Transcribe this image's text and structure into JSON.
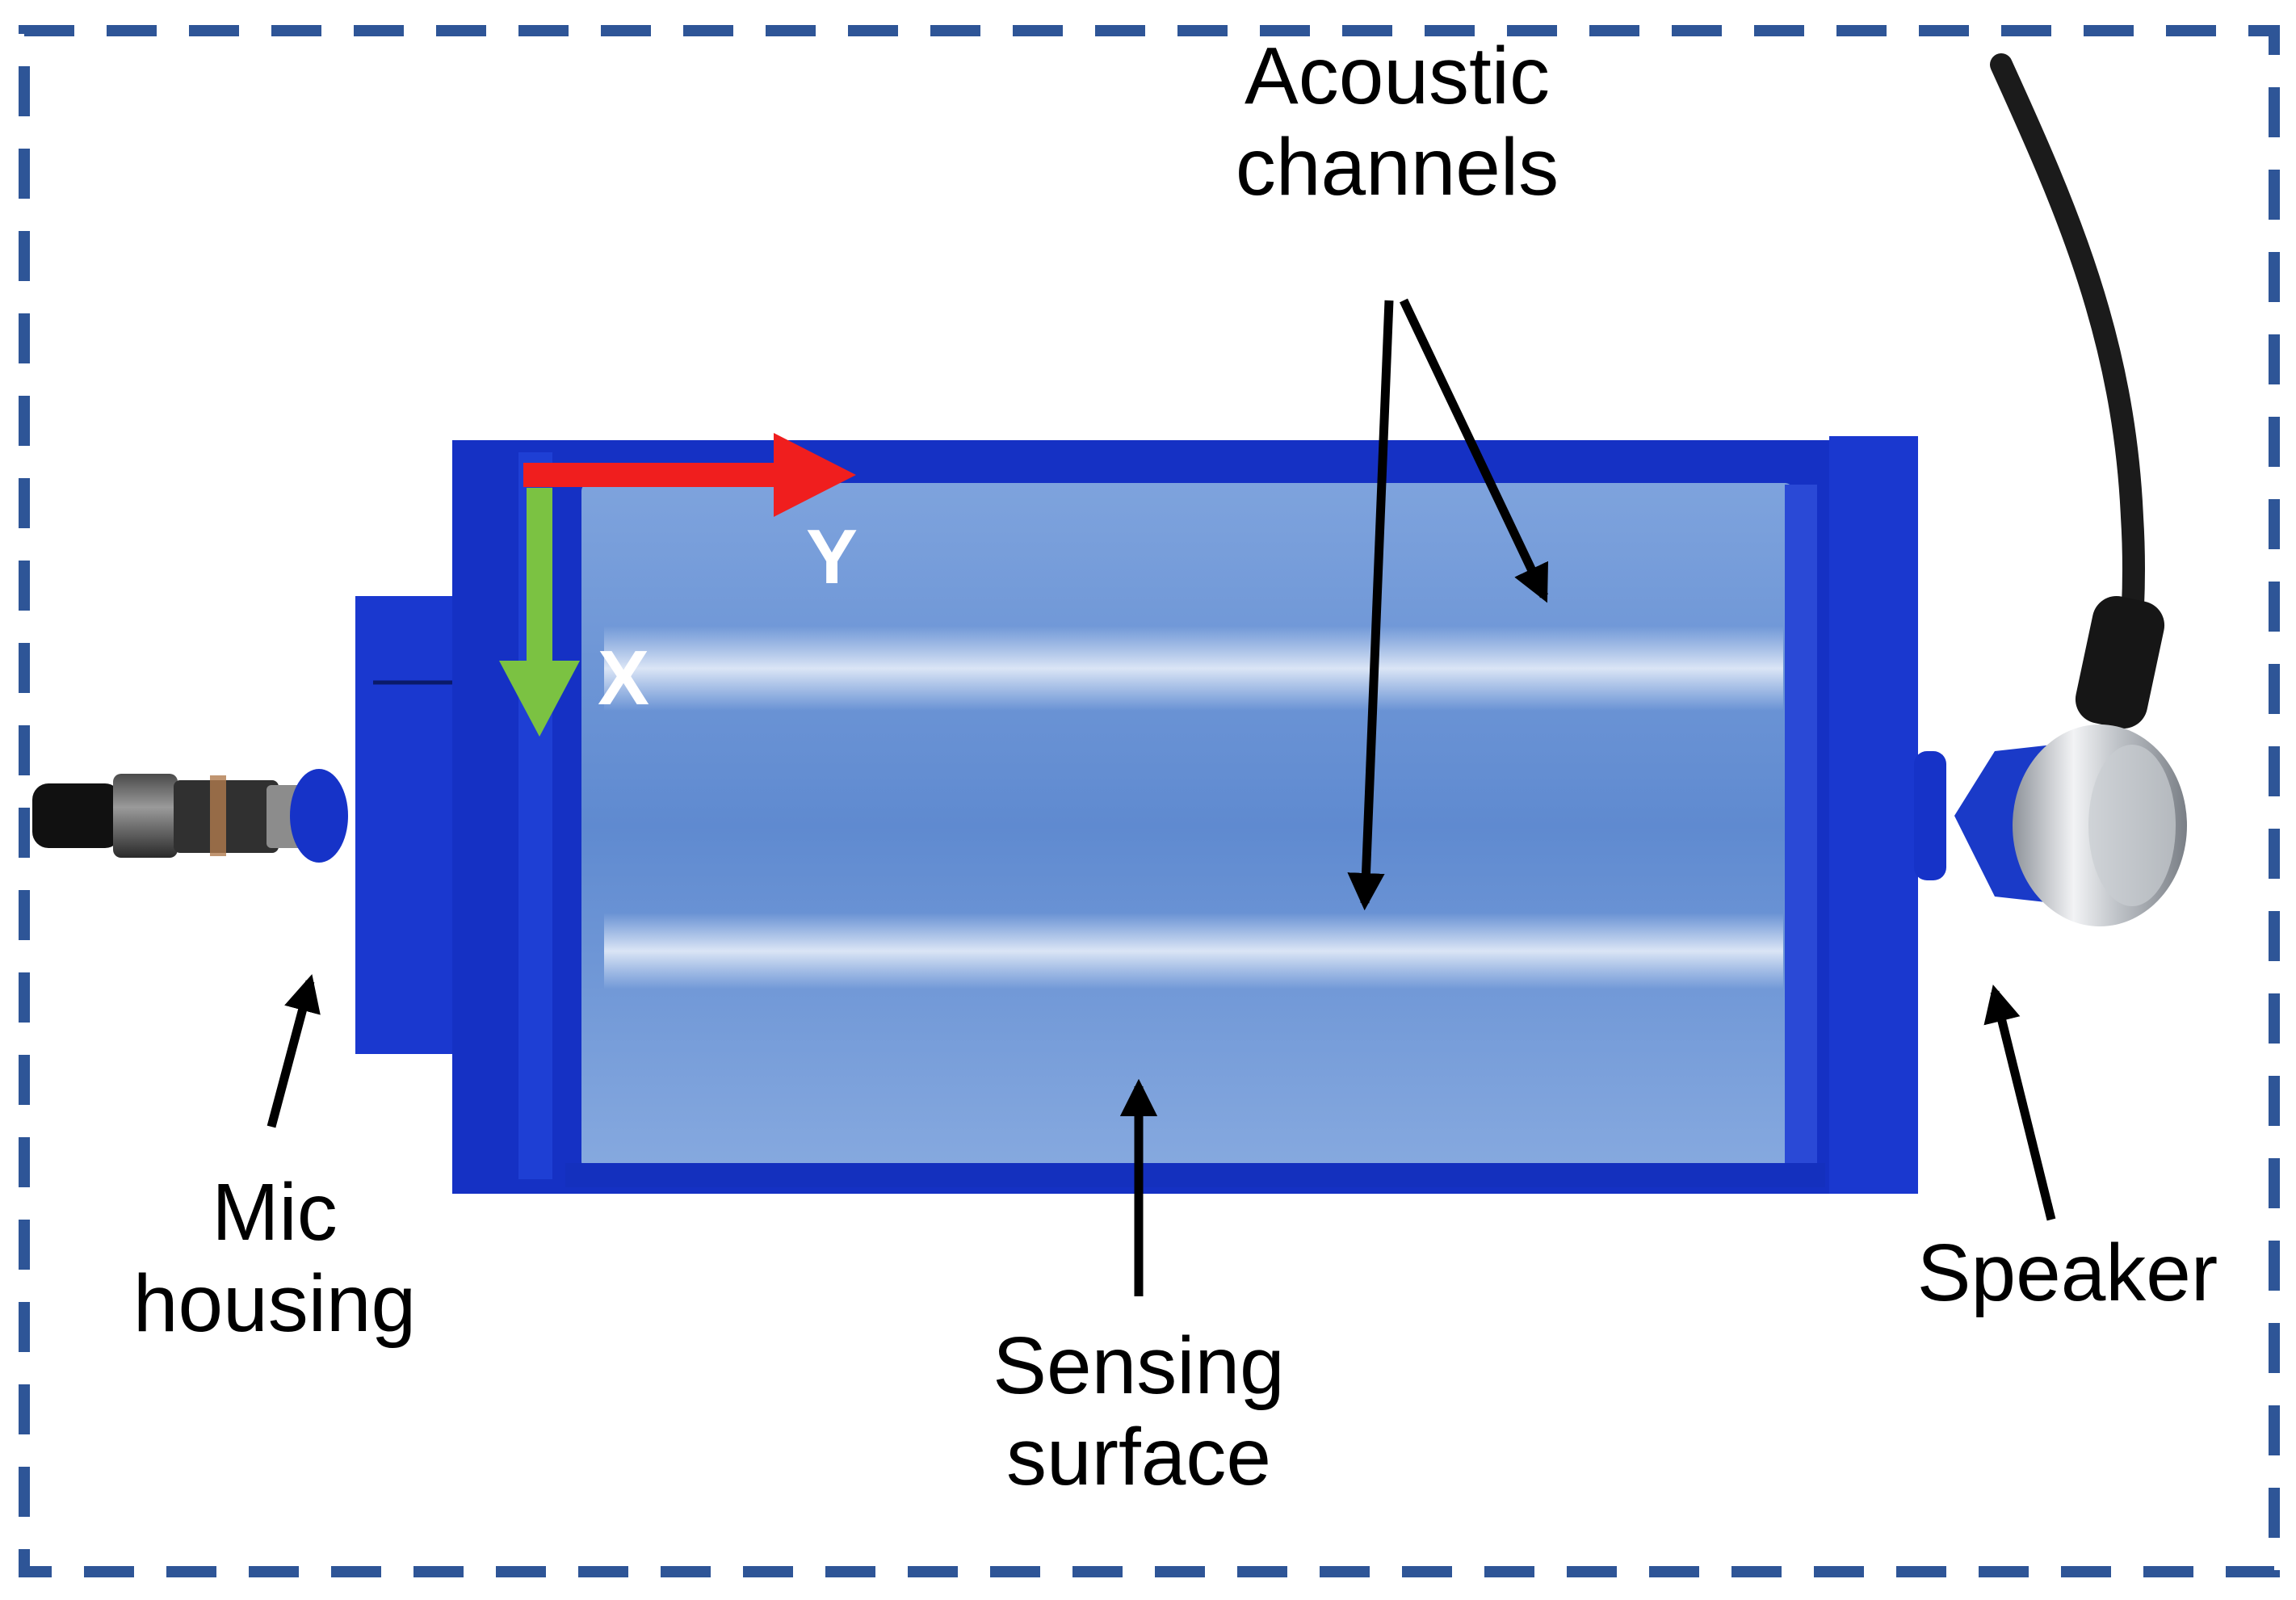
{
  "colors": {
    "frame_dash": "#2E5597",
    "device_blue": "#1633C8",
    "surface_blue": "#6F97D6",
    "axis_y_arrow": "#F01E1E",
    "axis_x_arrow": "#7BC242",
    "pointer_arrow": "#000000",
    "text": "#000000",
    "axis_text": "#FFFFFF"
  },
  "axes": {
    "y_label": "Y",
    "x_label": "X"
  },
  "labels": {
    "acoustic_channels": [
      "Acoustic",
      "channels"
    ],
    "mic_housing": [
      "Mic",
      "housing"
    ],
    "sensing_surface": [
      "Sensing",
      "surface"
    ],
    "speaker": "Speaker"
  }
}
